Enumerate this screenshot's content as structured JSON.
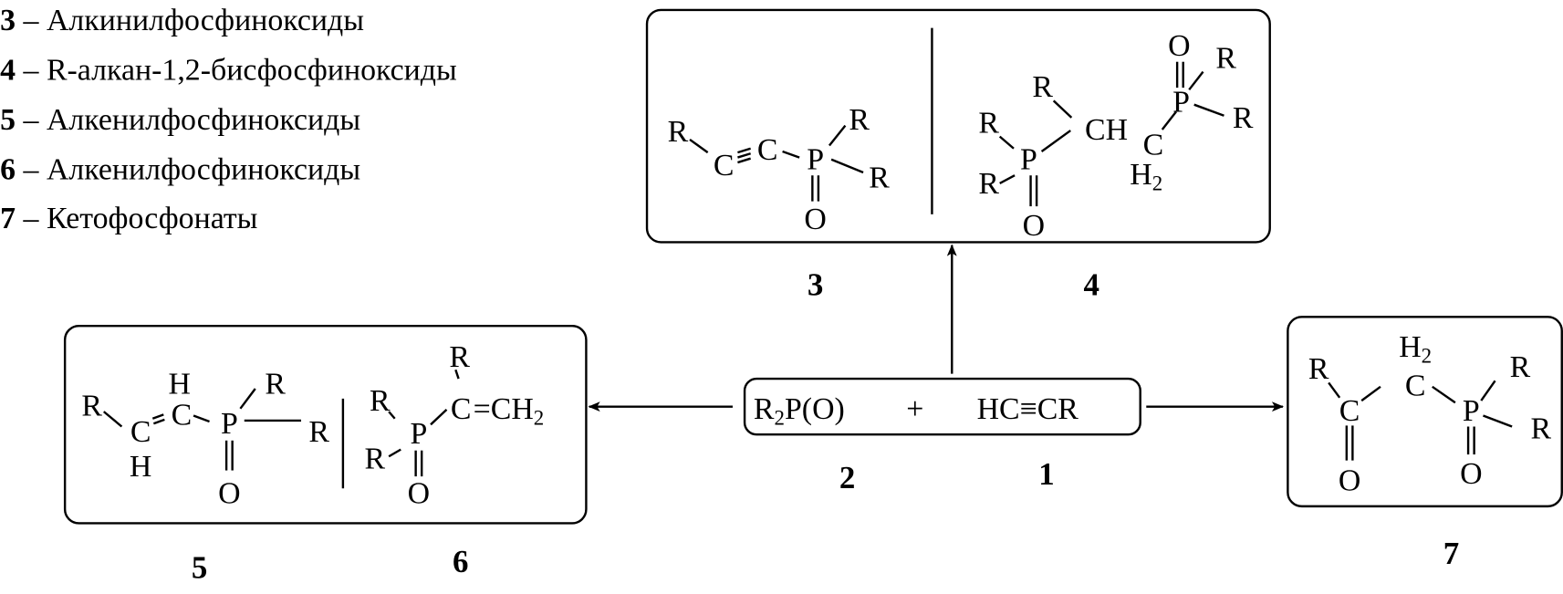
{
  "legend": [
    {
      "num": "3",
      "text": " – Алкинилфосфиноксиды"
    },
    {
      "num": "4",
      "text": " – R-алкан-1,2-бисфосфиноксиды"
    },
    {
      "num": "5",
      "text": " – Алкенилфосфиноксиды"
    },
    {
      "num": "6",
      "text": " – Алкенилфосфиноксиды"
    },
    {
      "num": "7",
      "text": " – Кетофосфонаты"
    }
  ],
  "reactants": {
    "r2po": "R",
    "r2po_sub": "2",
    "r2po_rest": "P(O)",
    "plus": "+",
    "alkyne": "HC≡CR",
    "label_2": "2",
    "label_1": "1"
  },
  "atoms": {
    "R": "R",
    "C": "C",
    "P": "P",
    "O": "O",
    "H": "H",
    "CH": "CH",
    "H2": "H",
    "two": "2",
    "CH2": "CH"
  },
  "compound_labels": {
    "c3": "3",
    "c4": "4",
    "c5": "5",
    "c6": "6",
    "c7": "7"
  }
}
